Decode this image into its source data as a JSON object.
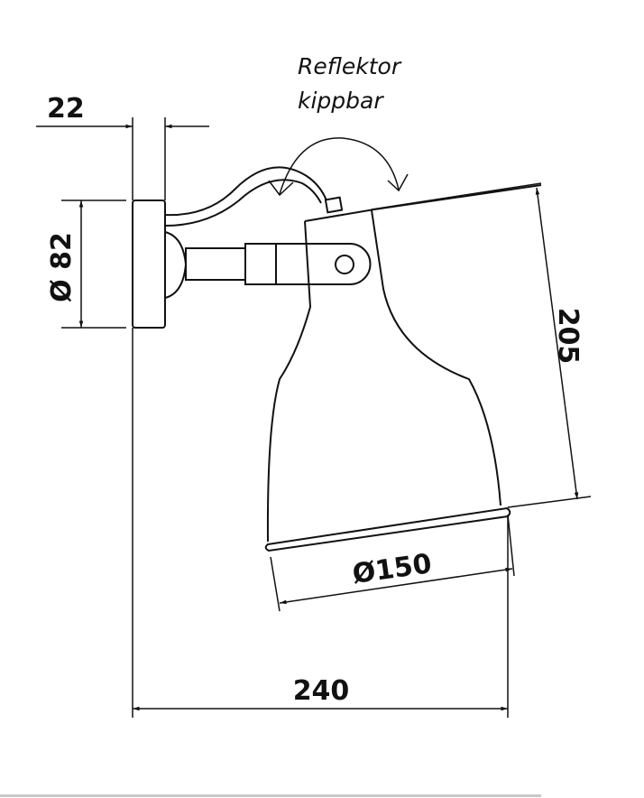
{
  "note": {
    "line1": "Reflektor",
    "line2": "kippbar"
  },
  "dimensions": {
    "plate_depth": "22",
    "plate_diameter": "Ø 82",
    "shade_height": "205",
    "shade_diameter": "Ø150",
    "projection": "240"
  }
}
